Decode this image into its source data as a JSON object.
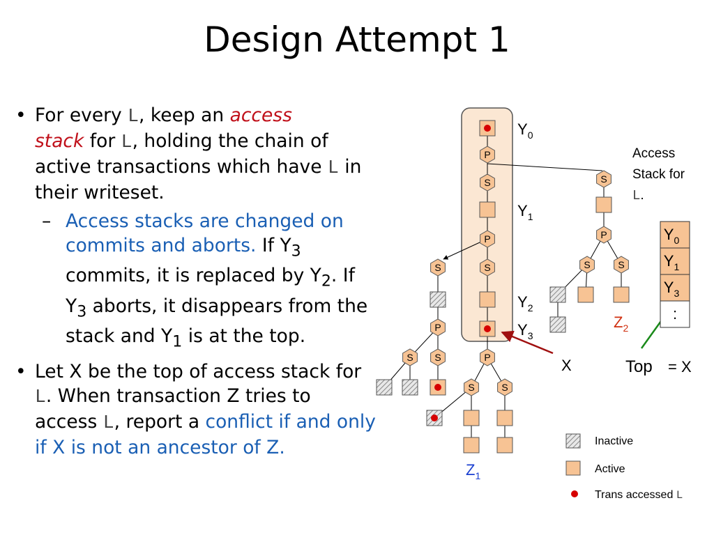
{
  "slide": {
    "title": "Design Attempt 1",
    "bullet_char": "•",
    "dash_char": "–",
    "b1": {
      "t1": "For every ",
      "L1": "L",
      "t2": ", keep an ",
      "red1": "access",
      "red2": "stack",
      "t3": " for ",
      "L2": "L",
      "t4": ", holding the chain of active transactions which have ",
      "L3": "L",
      "t5": " in their writeset."
    },
    "b2": {
      "blue": "Access stacks are changed on commits and aborts.",
      "t1": "  If Y",
      "s1": "3",
      "t2": " commits, it is replaced by Y",
      "s2": "2",
      "t3": ".  If Y",
      "s3": "3",
      "t4": " aborts, it disappears from the stack and Y",
      "s4": "1",
      "t5": " is at the top."
    },
    "b3": {
      "t1": "Let X be the top of access stack for ",
      "L1": "L",
      "t2": ".  When transaction Z tries to access ",
      "L2": "L",
      "t3": ", report a ",
      "blue": "conflict if and only if X is not an ancestor of Z."
    }
  },
  "diagram": {
    "node_labels": {
      "parallel": "P",
      "sequential": "S"
    },
    "labels": {
      "Y0": "Y",
      "Y0_sub": "0",
      "Y1": "Y",
      "Y1_sub": "1",
      "Y2": "Y",
      "Y2_sub": "2",
      "Y3": "Y",
      "Y3_sub": "3",
      "X": "X",
      "Z1": "Z",
      "Z1_sub": "1",
      "Z2": "Z",
      "Z2_sub": "2",
      "access_stack_line1": "Access",
      "access_stack_line2": "Stack for",
      "access_stack_L": "L",
      "access_stack_dot": ".",
      "top": "Top",
      "top_eq": "= X"
    },
    "stack": [
      {
        "name": "Y",
        "sub": "0"
      },
      {
        "name": "Y",
        "sub": "1"
      },
      {
        "name": "Y",
        "sub": "3"
      },
      {
        "name": ":",
        "sub": ""
      }
    ],
    "legend": {
      "inactive": "Inactive",
      "active": "Active",
      "accessed": "Trans accessed ",
      "accessed_L": "L"
    },
    "colors": {
      "active_fill": "#f7c394",
      "highlight_fill": "#fbe7d3",
      "access_dot": "#d60000",
      "z1_color": "#1a3fd0",
      "z2_color": "#d03010",
      "x_arrow": "#a01010",
      "top_arrow": "#1a8a1a",
      "blue_text": "#1a5fb4",
      "red_text": "#c0101a"
    }
  }
}
